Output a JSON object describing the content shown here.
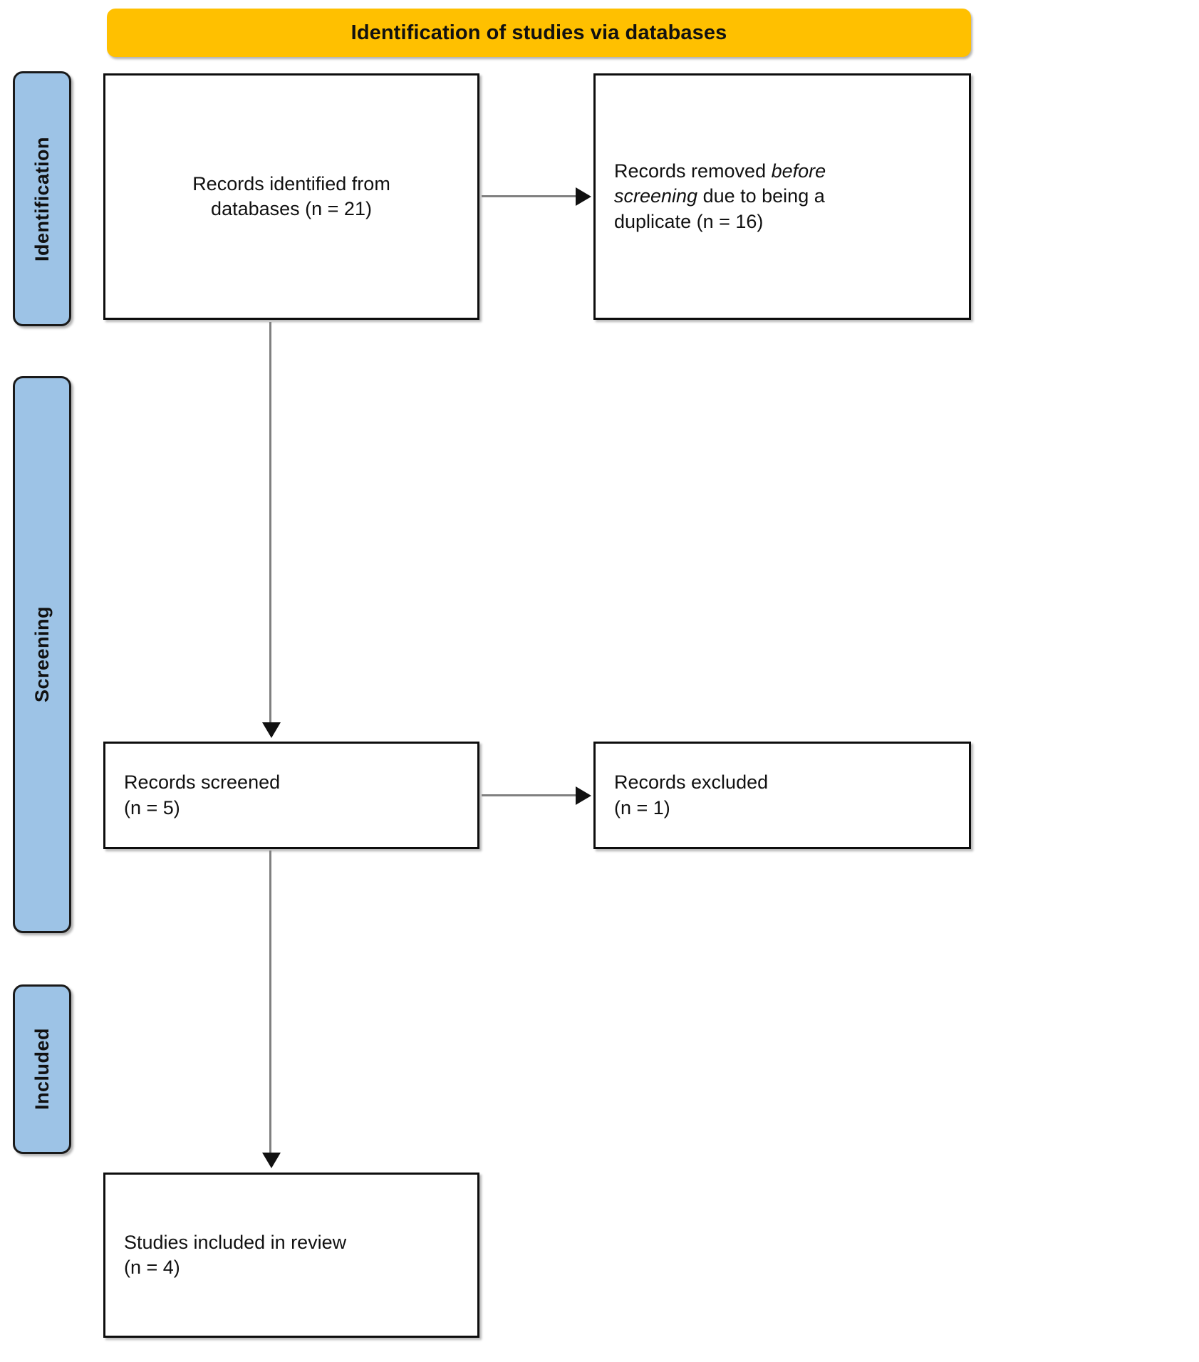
{
  "header": {
    "title": "Identification of studies via databases"
  },
  "phases": [
    {
      "id": "identification",
      "label": "Identification"
    },
    {
      "id": "screening",
      "label": "Screening"
    },
    {
      "id": "included",
      "label": "Included"
    }
  ],
  "boxes": {
    "identified": {
      "line1": "Records identified from",
      "line2": "databases (n = 21)"
    },
    "removed": {
      "part1": "Records removed ",
      "italic1": "before",
      "italic2": "screening",
      "part2": " due to being a",
      "part3": "duplicate (n = 16)"
    },
    "screened": {
      "line1": "Records screened",
      "line2": "(n = 5)"
    },
    "excluded": {
      "line1": "Records excluded",
      "line2": "(n = 1)"
    },
    "included": {
      "line1": "Studies included in review",
      "line2": "(n = 4)"
    }
  },
  "colors": {
    "banner": "#FFC000",
    "phase": "#9DC3E6",
    "box_border": "#0D0D0D",
    "connector": "#808080",
    "arrowhead": "#111111",
    "text": "#111111"
  },
  "counts": {
    "records_identified": 21,
    "records_removed_duplicate": 16,
    "records_screened": 5,
    "records_excluded": 1,
    "studies_included": 4
  }
}
